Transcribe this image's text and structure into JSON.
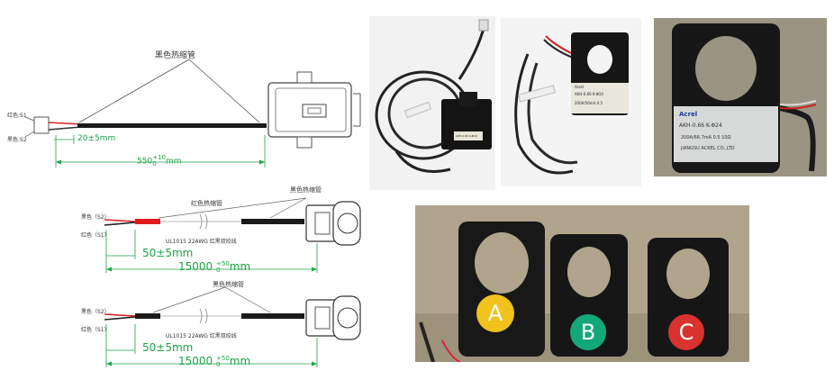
{
  "diagram1": {
    "sleeve_label": "黑色热缩管",
    "red_label": "红色:S1",
    "black_label": "黑色:S2",
    "short_dim": "20±5mm",
    "long_dim_main": "550",
    "long_dim_tol_upper": "+10",
    "long_dim_tol_lower": "0",
    "long_dim_unit": "mm"
  },
  "diagram2": {
    "black_label": "黑色（S2）",
    "red_label": "红色（S1）",
    "red_sleeve_label": "红色热缩管",
    "black_sleeve_label": "黑色热缩管",
    "wire_label": "UL1015 22AWG 红黑双绞线",
    "short_dim": "50±5mm",
    "long_dim_main": "15000",
    "long_dim_tol_upper": "+50",
    "long_dim_tol_lower": "0",
    "long_dim_unit": "mm"
  },
  "diagram3": {
    "black_label": "黑色（S2）",
    "red_label": "红色（S1）",
    "black_sleeve_label": "黑色热缩管",
    "wire_label": "UL1015 22AWG 红黑双绞线",
    "short_dim": "50±5mm",
    "long_dim_main": "15000",
    "long_dim_tol_upper": "+50",
    "long_dim_tol_lower": "0",
    "long_dim_unit": "mm"
  },
  "photo1": {
    "label_text": "AKH-0.66 K-Φ10"
  },
  "photo2": {
    "label_line1": "Acrel",
    "label_line2": "AKH-0.66 K-Φ10",
    "label_line3": "200A/50mA  0.5"
  },
  "photo3": {
    "brand": "Acrel",
    "model": "AKH-0.66 K-Φ24",
    "spec": "200A/66.7mA  0.5  10Ω",
    "company": "JIANGSU ACREL CO.,LTD"
  },
  "photo4": {
    "letters": [
      "A",
      "B",
      "C"
    ],
    "colors": {
      "A": "#f1c21b",
      "B": "#13a87a",
      "C": "#d8332e"
    }
  },
  "colors": {
    "green_dim": "#1fa34a",
    "cable": "#1a1a1a",
    "red_sleeve": "#e01a1a"
  }
}
